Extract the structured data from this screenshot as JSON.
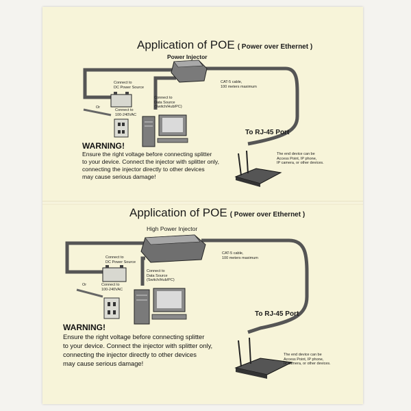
{
  "panels": [
    {
      "title_main": "Application of POE",
      "title_sub": "( Power over Ethernet )",
      "injector": "Power Injector",
      "dc_source": [
        "Connect to",
        "DC Power Source"
      ],
      "or": "Or",
      "ac_source": [
        "Connect to",
        "100-240VAC"
      ],
      "data_source": [
        "Connect to",
        "Data Source",
        "(Switch/Hub/PC)"
      ],
      "cable": [
        "CAT-5 cable,",
        "100 meters maximum"
      ],
      "rj45": "To RJ-45 Port",
      "end_device": [
        "The end device can be",
        "Access Point, IP phone,",
        "IP camera, or other devices."
      ],
      "warning_title": "WARNING!",
      "warning_lines": [
        "Ensure the right voltage before connecting splitter",
        "to your device. Connect the injector with splitter only,",
        "connecting the injector directly to other devices",
        "may cause serious damage!"
      ]
    },
    {
      "title_main": "Application of POE",
      "title_sub": "( Power over Ethernet )",
      "injector": "High  Power Injector",
      "dc_source": [
        "Connect to",
        "DC Power Source"
      ],
      "or": "Or",
      "ac_source": [
        "Connect to",
        "100-240VAC"
      ],
      "data_source": [
        "Connect to",
        "Data Source",
        "(Switch/Hub/PC)"
      ],
      "cable": [
        "CAT-5 cable,",
        "100 meters maximum"
      ],
      "rj45": "To RJ-45 Port",
      "end_device": [
        "The end device can be",
        "Access Point, IP phone,",
        "IP camera, or other devices."
      ],
      "warning_title": "WARNING!",
      "warning_lines": [
        "Ensure the right voltage before connecting splitter",
        "to your device. Connect the injector with splitter only,",
        "connecting the injector directly to other devices",
        "may cause serious damage!"
      ]
    }
  ],
  "colors": {
    "paper": "#f7f4d9",
    "ink": "#1a1a1a",
    "cable": "#5a5a5a"
  }
}
